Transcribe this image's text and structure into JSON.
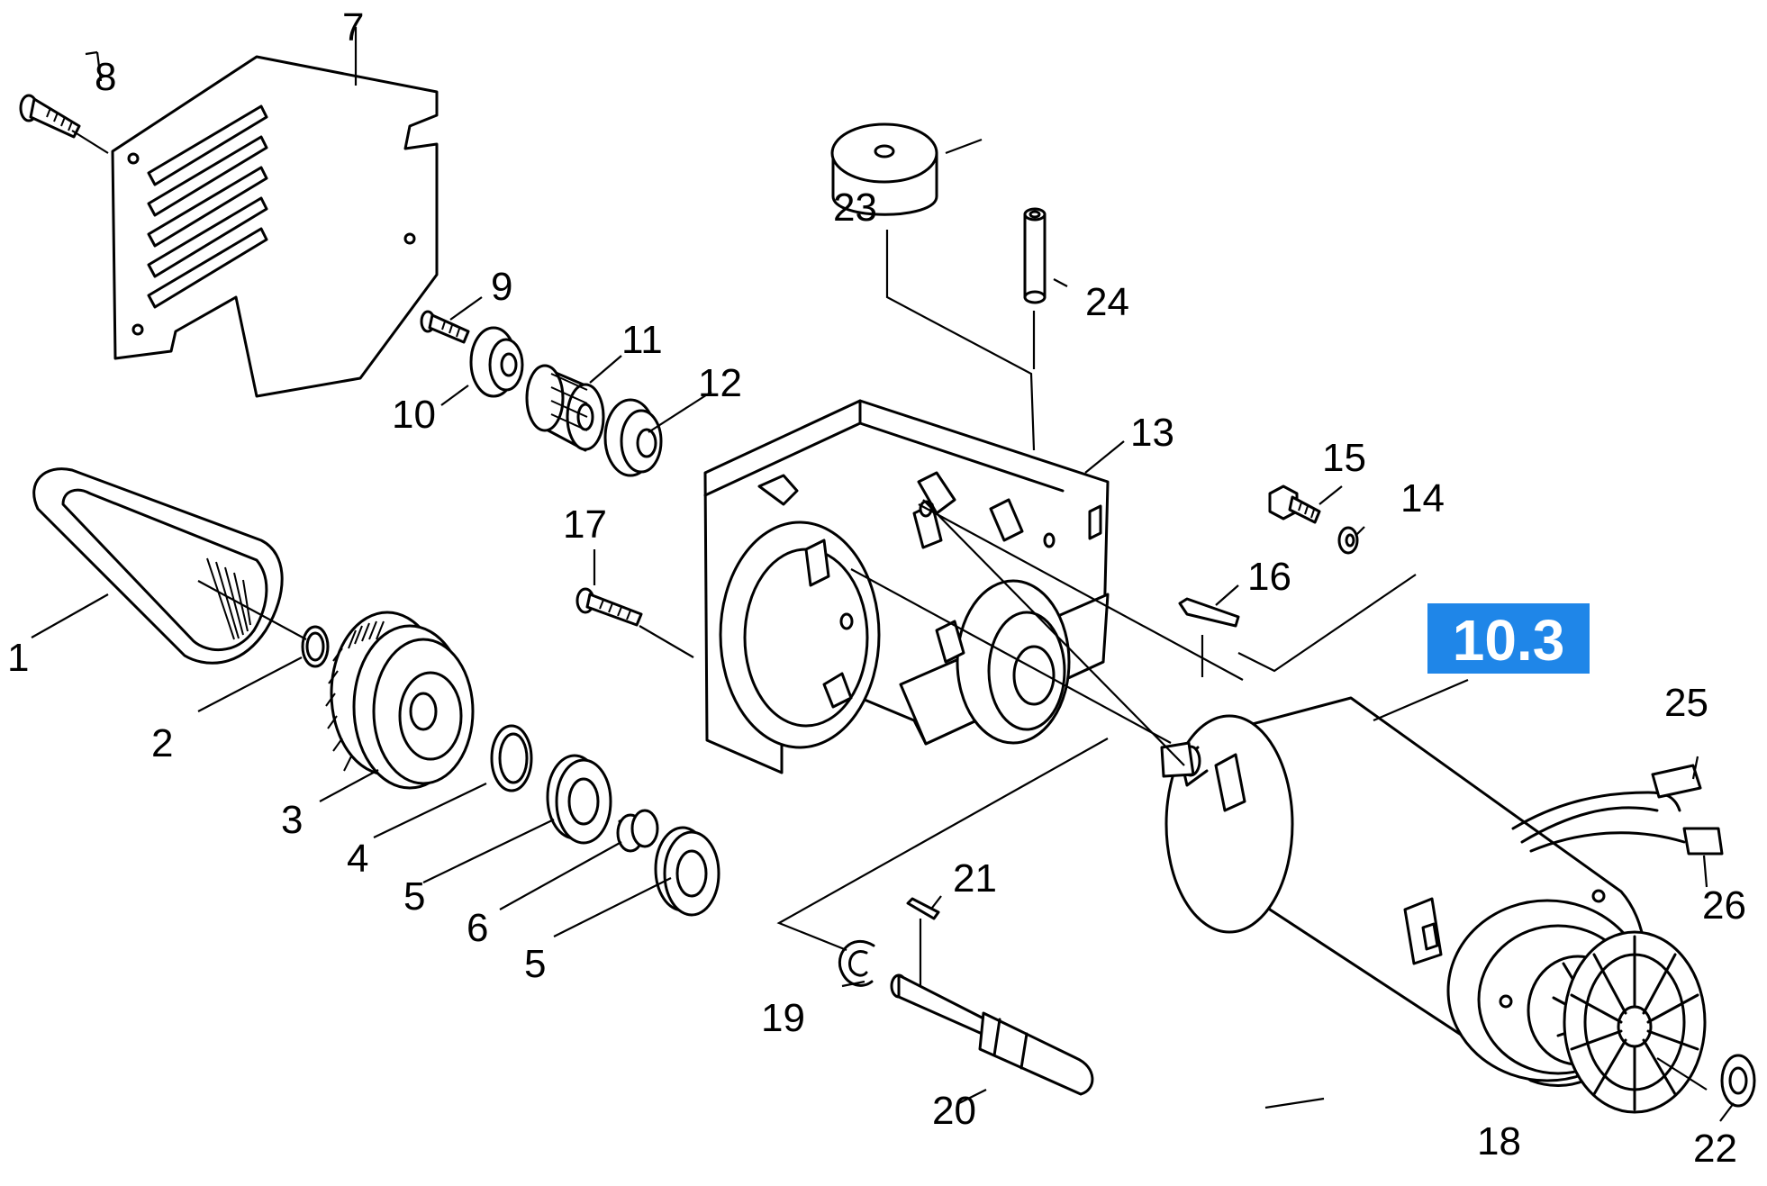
{
  "diagram": {
    "badge": {
      "label": "10.3",
      "color": "#1f86e8"
    },
    "callouts": {
      "c1": "1",
      "c2": "2",
      "c3": "3",
      "c4": "4",
      "c5a": "5",
      "c5b": "5",
      "c6": "6",
      "c7": "7",
      "c8": "8",
      "c9": "9",
      "c10": "10",
      "c11": "11",
      "c12": "12",
      "c13": "13",
      "c14": "14",
      "c15": "15",
      "c16": "16",
      "c17": "17",
      "c18": "18",
      "c19": "19",
      "c20": "20",
      "c21": "21",
      "c22": "22",
      "c23": "23",
      "c24": "24",
      "c25": "25",
      "c26": "26"
    }
  }
}
